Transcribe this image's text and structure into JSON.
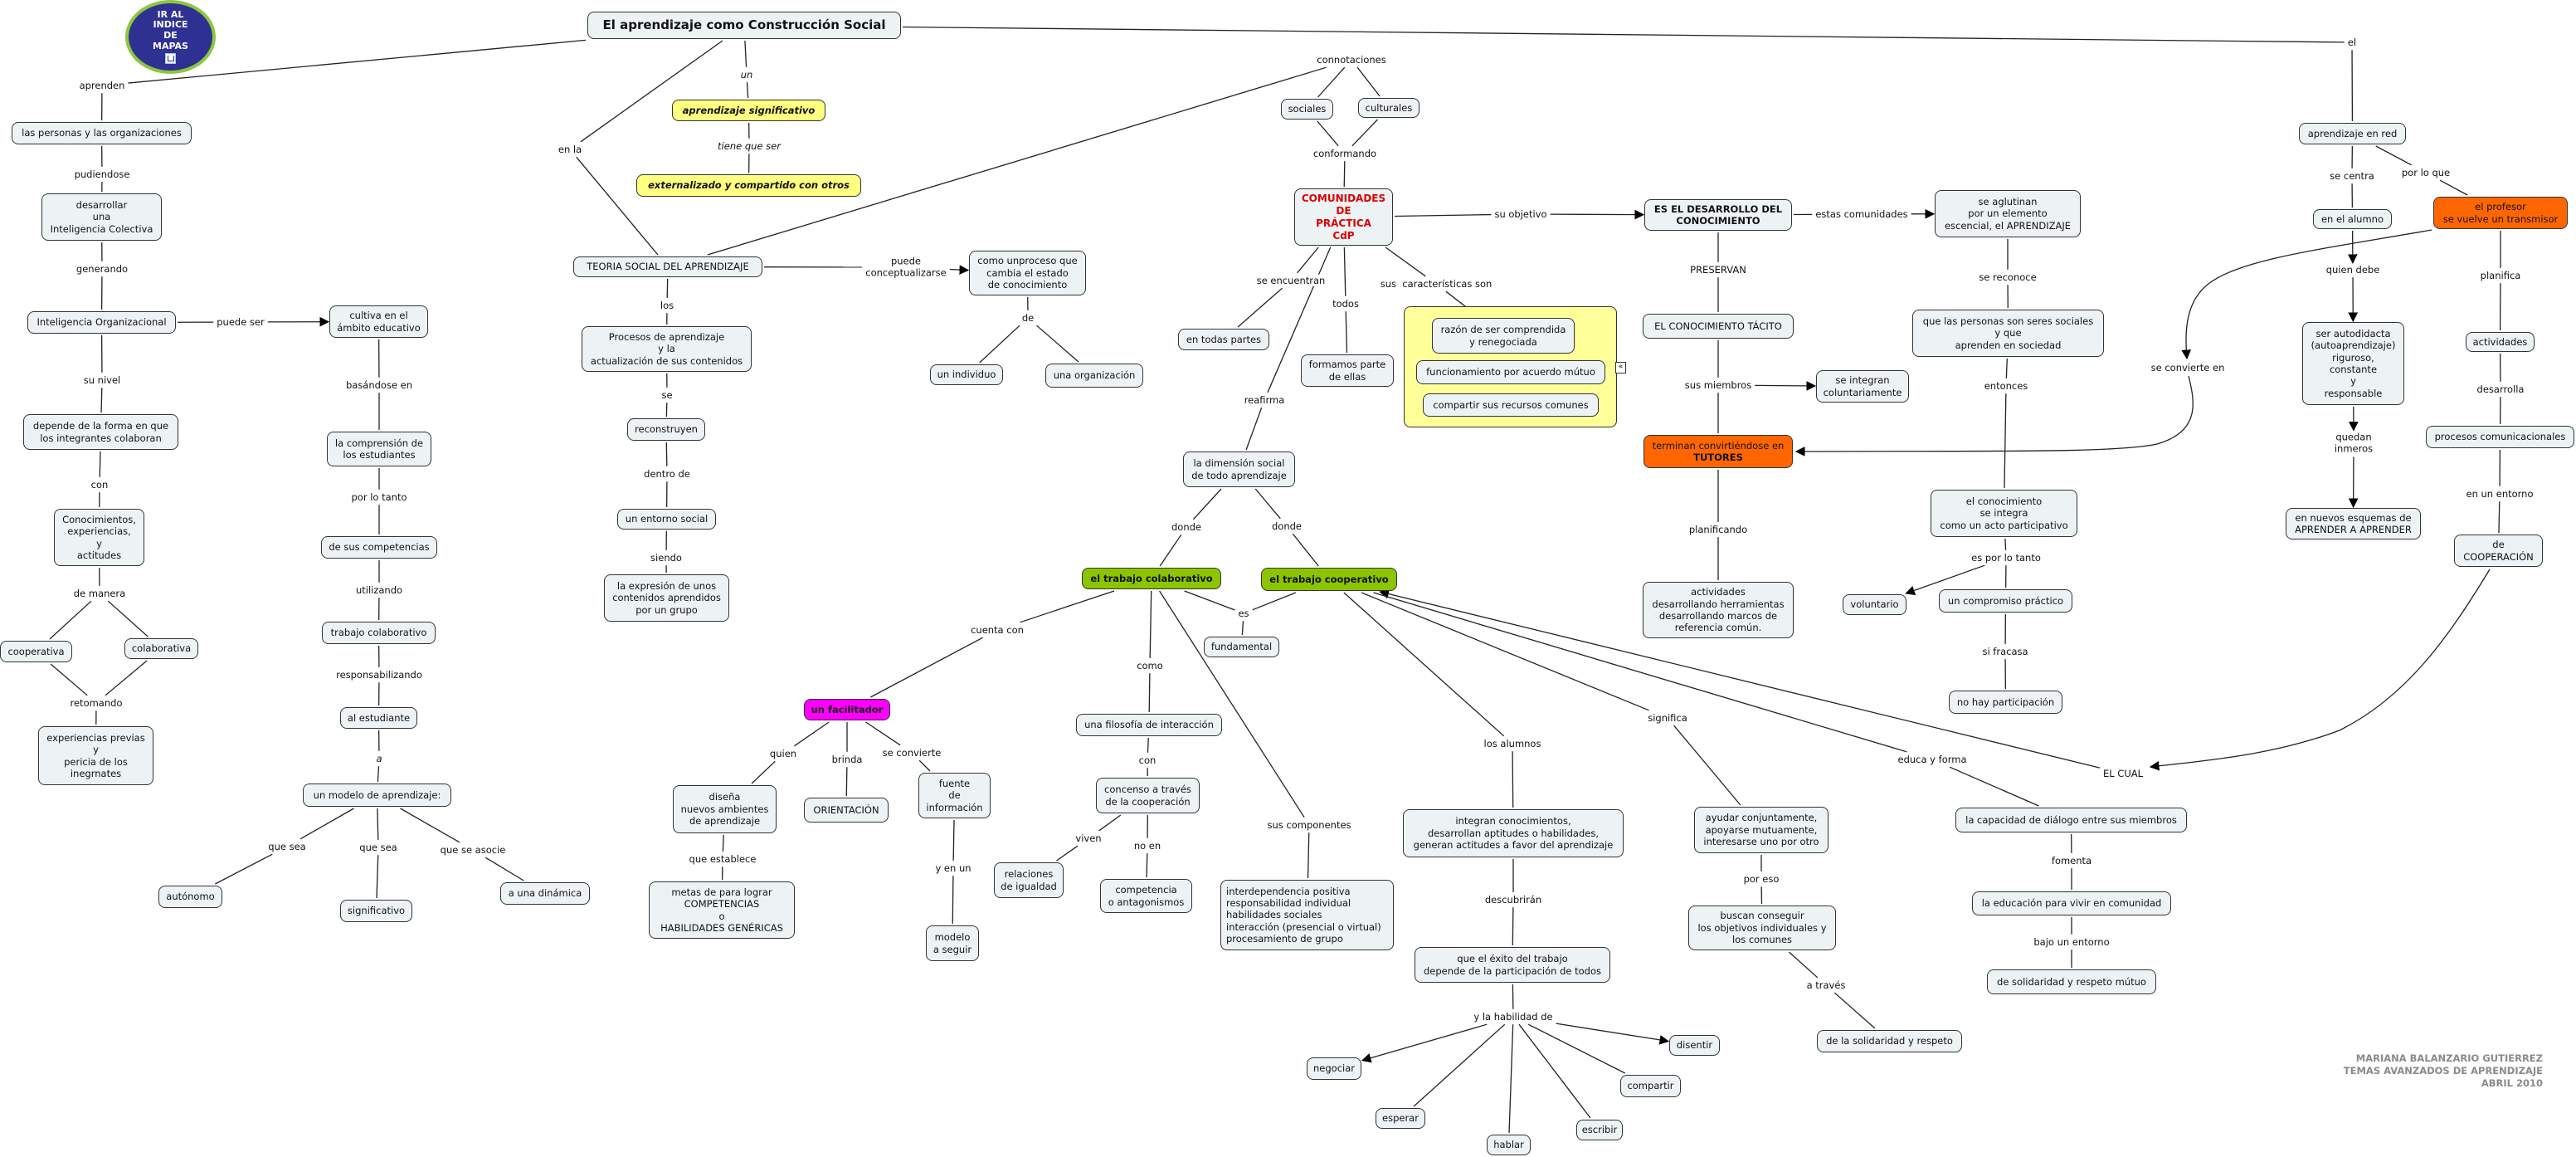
{
  "index_button": {
    "label": "IR AL\nINDICE\nDE\nMAPAS",
    "icon": "concept-map-icon"
  },
  "colors": {
    "node_bg": "#edf3f5",
    "yellow": "#ffff80",
    "magenta": "#ff00ff",
    "orange": "#ff6600",
    "green": "#8cc400",
    "red_text": "#e00000",
    "index_bg": "#2e3192",
    "index_border": "#8dc63f"
  },
  "concepts": {
    "title": "El aprendizaje como Construcción Social",
    "personas": "las personas y las organizaciones",
    "intcol": "desarrollar\nuna\nInteligencia Colectiva",
    "intorg": "Inteligencia Organizacional",
    "cultiva": "cultiva en el\námbito educativo",
    "depende": "depende de la forma en que\nlos integrantes colaboran",
    "comprension": "la comprensión de\nlos estudiantes",
    "conoc": "Conocimientos,\nexperiencias,\ny\nactitudes",
    "cooperativa": "cooperativa",
    "colaborativa": "colaborativa",
    "expprev": "experiencias previas\ny\npericia de los\ninegrnates",
    "competencias": "de sus competencias",
    "trabcol": "trabajo colaborativo",
    "alestud": "al estudiante",
    "modelo": "un modelo de aprendizaje:",
    "autonomo": "autónomo",
    "significativo": "significativo",
    "dinamica": "a una dinámica",
    "apsig": "aprendizaje significativo",
    "extern": "externalizado y compartido con otros",
    "teoria": "TEORIA SOCIAL DEL APRENDIZAJE",
    "procesos": "Procesos de aprendizaje\ny la\nactualización de sus contenidos",
    "reconstruyen": "reconstruyen",
    "entorno": "un entorno social",
    "expresion": "la expresión de unos\ncontenidos aprendidos\npor un grupo",
    "facilitador": "un facilitador",
    "disena": "diseña\nnuevos ambientes\nde aprendizaje",
    "orientacion": "ORIENTACIÓN",
    "metas": "metas de para lograr\nCOMPETENCIAS\no\nHABILIDADES GENÉRICAS",
    "fuente": "fuente\nde\ninformación",
    "modeloseguir": "modelo\na seguir",
    "comoproceso": "como unproceso que\ncambia el estado\nde conocimiento",
    "individuo": "un individuo",
    "organizacion": "una organización",
    "sociales": "sociales",
    "culturales": "culturales",
    "cdp": "COMUNIDADES\nDE\nPRÁCTICA\nCdP",
    "todaspartes": "en todas partes",
    "formamos": "formamos parte\nde ellas",
    "razon": "razón de ser comprendida\ny renegociada",
    "funcionamiento": "funcionamiento por acuerdo mútuo",
    "compartirrec": "compartir sus recursos comunes",
    "dimension": "la dimensión social\nde todo aprendizaje",
    "colab": "el trabajo colaborativo",
    "coop": "el trabajo cooperativo",
    "fundamental": "fundamental",
    "filosofia": "una filosofía de interacción",
    "concenso": "concenso a través\nde la cooperación",
    "relaciones": "relaciones\nde igualdad",
    "competencia": "competencia\no antagonismos",
    "componentes": "interdependencia positiva\nresponsabilidad individual\nhabilidades sociales\ninteracción (presencial o virtual)\nprocesamiento de grupo",
    "integran": "integran conocimientos,\ndesarrollan aptitudes o habilidades,\ngeneran actitudes a favor del aprendizaje",
    "exito": "que el éxito del trabajo\ndepende de la participación de todos",
    "negociar": "negociar",
    "disentir": "disentir",
    "compartir": "compartir",
    "esperar": "esperar",
    "escribir": "escribir",
    "hablar": "hablar",
    "esdesarrollo": "ES EL DESARROLLO DEL\nCONOCIMIENTO",
    "aglutinan": "se aglutinan\npor un elemento\nescencial, el APRENDIZAJE",
    "tacito": "EL CONOCIMIENTO TÁCITO",
    "seresoc": "que las personas son seres sociales\ny que\naprenden en sociedad",
    "integranvol": "se integran\ncoluntariamente",
    "tutores": "terminan convirtiéndose en",
    "tutores_bold": "TUTORES",
    "conocint": "el conocimiento\nse integra\ncomo un acto participativo",
    "voluntario": "voluntario",
    "compromiso": "un compromiso práctico",
    "actividadesherr": "actividades\ndesarrollando herramientas\ndesarrollando marcos de\nreferencia común.",
    "nohay": "no hay participación",
    "ayudar": "ayudar conjuntamente,\napoyarse mutuamente,\ninteresarse uno por otro",
    "buscan": "buscan conseguir\nlos objetivos individuales y\nlos comunes",
    "solidaridad": "de la solidaridad y respeto",
    "capacidad": "la capacidad de diálogo entre sus miembros",
    "educacion": "la educación para vivir en comunidad",
    "solidrespeto": "de solidaridad y respeto mútuo",
    "apred": "aprendizaje en red",
    "enalumno": "en el alumno",
    "profesor": "el profesor\nse vuelve un transmisor",
    "autodidacta": "ser autodidacta\n(autoaprendizaje)\nriguroso,\nconstante\ny\nresponsable",
    "actividades": "actividades",
    "procom": "procesos comunicacionales",
    "esquemas": "en nuevos esquemas de\nAPRENDER A APRENDER",
    "cooperacion": "de\nCOOPERACIÓN"
  },
  "links": {
    "aprenden": "aprenden",
    "pudiendose": "pudiendose",
    "generando": "generando",
    "puede_ser": "puede ser",
    "su_nivel": "su nivel",
    "basandose": "basándose en",
    "con1": "con",
    "por_lo_tanto": "por lo tanto",
    "de_manera": "de manera",
    "retomando": "retomando",
    "utilizando": "utilizando",
    "responsabilizando": "responsabilizando",
    "a": "a",
    "que_sea1": "que sea",
    "que_sea2": "que sea",
    "que_se_asocie": "que se asocie",
    "un": "un",
    "tiene_que_ser": "tiene que ser",
    "en_la": "en la",
    "puede_concept": "puede\nconceptualizarse",
    "los": "los",
    "se": "se",
    "dentro_de": "dentro de",
    "siendo": "siendo",
    "cuenta_con": "cuenta con",
    "quien": "quien",
    "brinda": "brinda",
    "se_convierte": "se convierte",
    "que_establece": "que establece",
    "y_en_un": "y en un",
    "connotaciones": "connotaciones",
    "conformando": "conformando",
    "su_objetivo": "su objetivo",
    "de": "de",
    "se_encuentran": "se encuentran",
    "todos": "todos",
    "caracteristicas": "sus  características son",
    "reafirma": "reafirma",
    "donde1": "donde",
    "donde2": "donde",
    "es": "es",
    "como": "como",
    "con2": "con",
    "viven": "viven",
    "no_en": "no en",
    "sus_componentes": "sus componentes",
    "los_alumnos": "los alumnos",
    "descubriran": "descubrirán",
    "y_la_habilidad": "y la habilidad de",
    "estas_comunidades": "estas comunidades",
    "preservan": "PRESERVAN",
    "se_reconoce": "se reconoce",
    "sus_miembros": "sus miembros",
    "entonces": "entonces",
    "planificando": "planificando",
    "es_por_lo_tanto": "es por lo tanto",
    "si_fracasa": "si fracasa",
    "significa": "significa",
    "educa_y_forma": "educa y forma",
    "el_cual": "EL CUAL",
    "por_eso": "por eso",
    "a_traves": "a través",
    "fomenta": "fomenta",
    "bajo_un_entorno": "bajo un entorno",
    "el": "el",
    "se_centra": "se centra",
    "por_lo_que": "por lo que",
    "quien_debe": "quien debe",
    "planifica": "planifica",
    "se_convierte_en": "se convierte en",
    "desarrolla": "desarrolla",
    "quedan": "quedan\ninmeros",
    "en_un_entorno": "en un entorno"
  },
  "collapse_icon": "«",
  "signature": {
    "line1": "MARIANA BALANZARIO GUTIERREZ",
    "line2": "TEMAS AVANZADOS DE APRENDIZAJE",
    "line3": "ABRIL 2010"
  }
}
